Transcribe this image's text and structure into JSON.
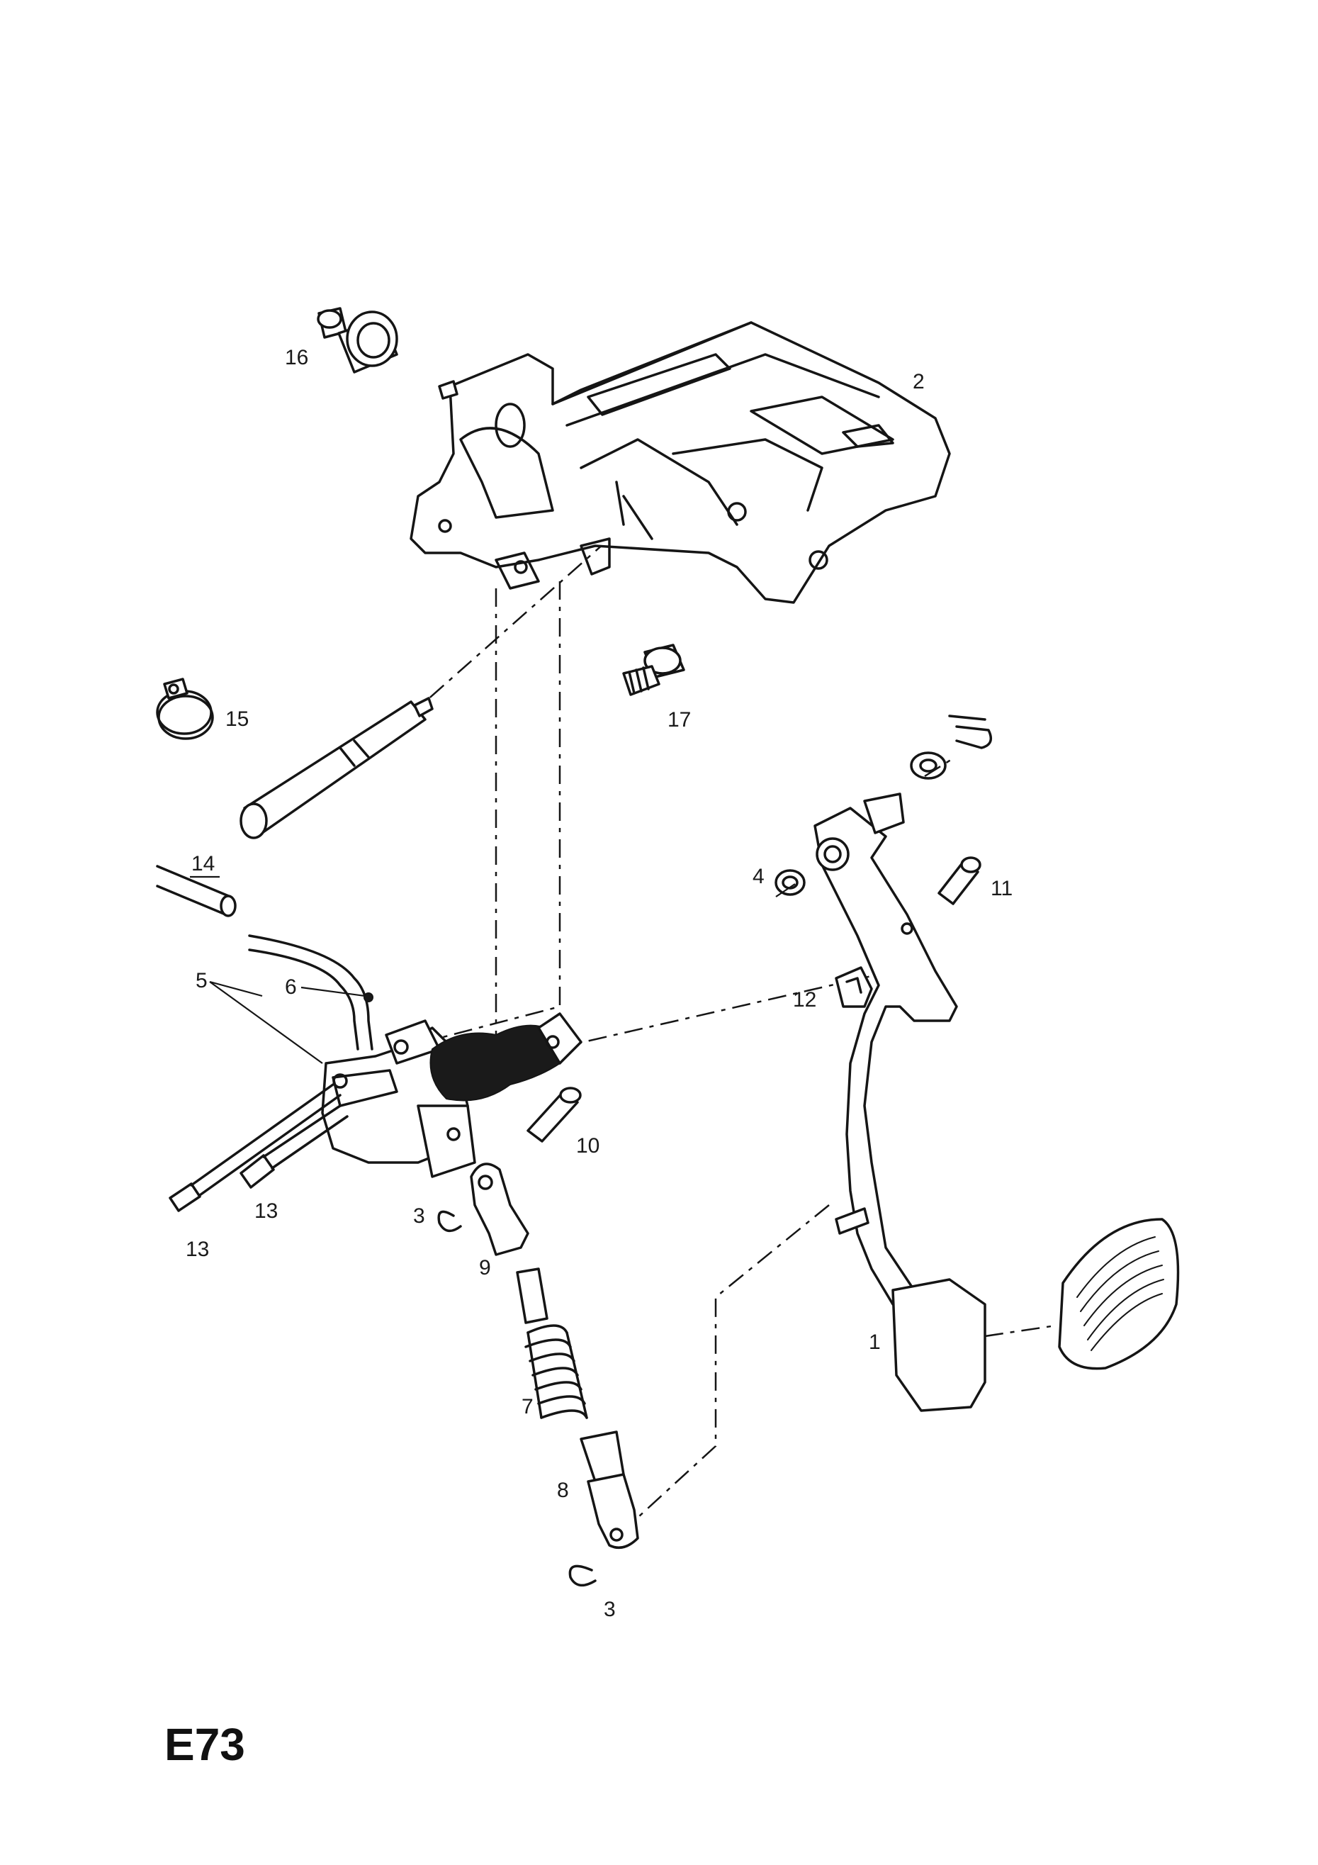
{
  "diagram_code": "E73",
  "callouts": {
    "c1": "1",
    "c2": "2",
    "c3a": "3",
    "c3b": "3",
    "c4": "4",
    "c5": "5",
    "c6": "6",
    "c7": "7",
    "c8": "8",
    "c9": "9",
    "c10": "10",
    "c11": "11",
    "c12": "12",
    "c13a": "13",
    "c13b": "13",
    "c14": "14",
    "c15": "15",
    "c16": "16",
    "c17": "17"
  }
}
